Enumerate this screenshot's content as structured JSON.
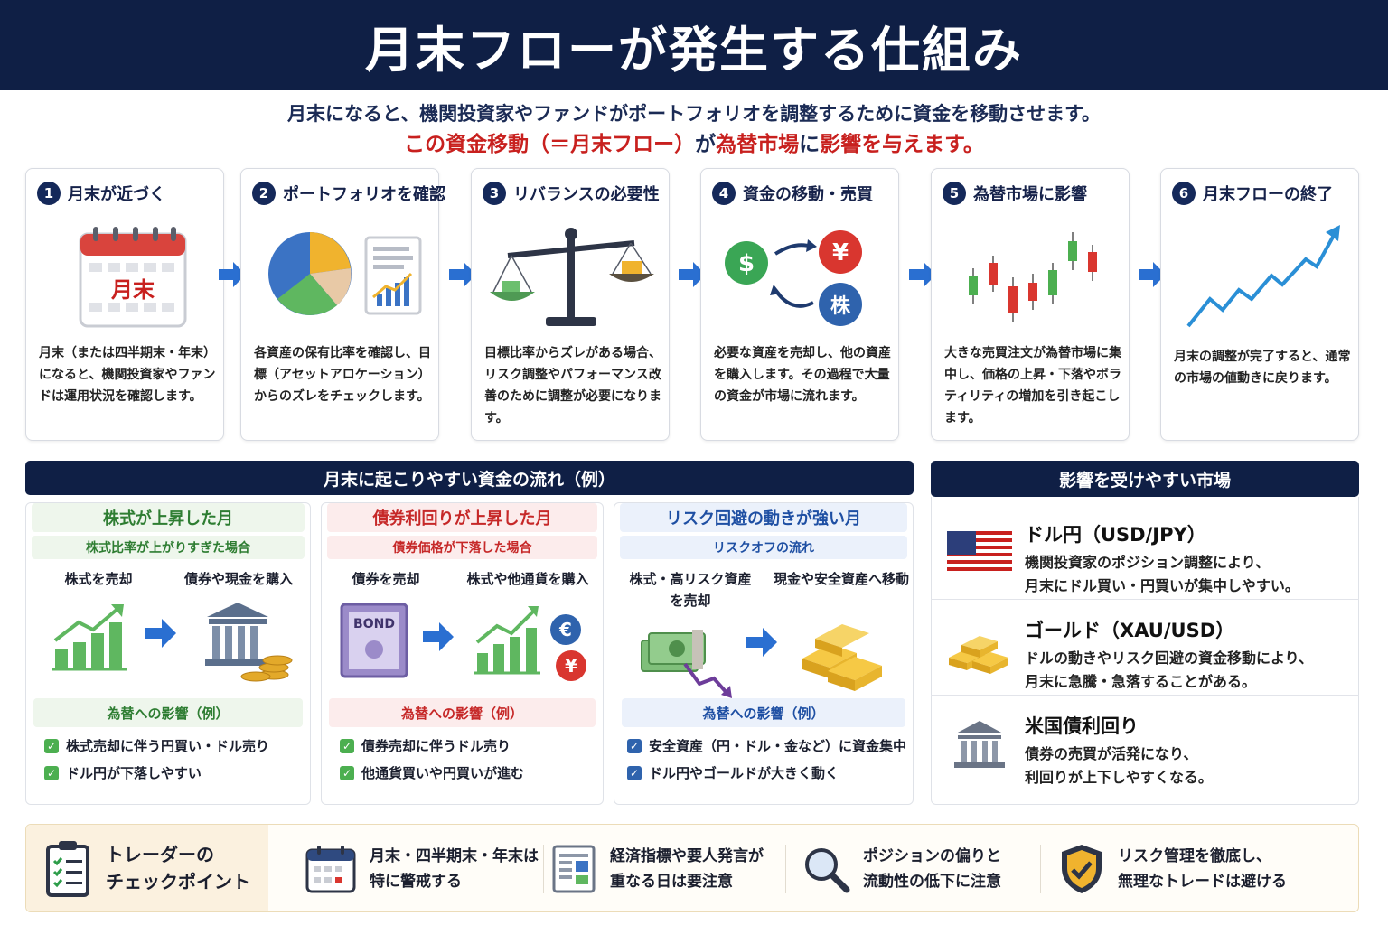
{
  "title": "月末フローが発生する仕組み",
  "intro": {
    "line1": "月末になると、機関投資家やファンドがポートフォリオを調整するために資金を移動させます。",
    "line2_a": "この資金移動（＝月末フロー）",
    "line2_b": "が",
    "line2_c": "為替市場",
    "line2_d": "に",
    "line2_e": "影響を与えます。"
  },
  "steps": [
    {
      "num": "1",
      "title": "月末が近づく",
      "text": "月末（または四半期末・年末）になると、機関投資家やファンドは運用状況を確認します。",
      "icon": "calendar-icon",
      "icon_label": "月末"
    },
    {
      "num": "2",
      "title": "ポートフォリオを確認",
      "text": "各資産の保有比率を確認し、目標（アセットアロケーション）からのズレをチェックします。",
      "icon": "pie-chart-icon"
    },
    {
      "num": "3",
      "title": "リバランスの必要性",
      "text": "目標比率からズレがある場合、リスク調整やパフォーマンス改善のために調整が必要になります。",
      "icon": "balance-scale-icon"
    },
    {
      "num": "4",
      "title": "資金の移動・売買",
      "text": "必要な資産を売却し、他の資産を購入します。その過程で大量の資金が市場に流れます。",
      "icon": "money-exchange-icon",
      "sym1": "$",
      "sym2": "¥",
      "sym3": "株"
    },
    {
      "num": "5",
      "title": "為替市場に影響",
      "text": "大きな売買注文が為替市場に集中し、価格の上昇・下落やボラティリティの増加を引き起こします。",
      "icon": "candlestick-icon"
    },
    {
      "num": "6",
      "title": "月末フローの終了",
      "text": "月末の調整が完了すると、通常の市場の値動きに戻ります。",
      "icon": "trend-up-icon"
    }
  ],
  "flow_section": {
    "title": "月末に起こりやすい資金の流れ（例）"
  },
  "columns": [
    {
      "title": "株式が上昇した月",
      "subtitle": "株式比率が上がりすぎた場合",
      "action_left": "株式を売却",
      "action_right": "債券や現金を購入",
      "effect_title": "為替への影響（例）",
      "checks": [
        "株式売却に伴う円買い・ドル売り",
        "ドル円が下落しやすい"
      ],
      "accent": "#2e7d32"
    },
    {
      "title": "債券利回りが上昇した月",
      "subtitle": "債券価格が下落した場合",
      "action_left": "債券を売却",
      "action_right": "株式や他通貨を購入",
      "bond_label": "BOND",
      "euro": "€",
      "yen": "¥",
      "effect_title": "為替への影響（例）",
      "checks": [
        "債券売却に伴うドル売り",
        "他通貨買いや円買いが進む"
      ],
      "accent": "#c62828"
    },
    {
      "title": "リスク回避の動きが強い月",
      "subtitle": "リスクオフの流れ",
      "action_left": "株式・高リスク資産を売却",
      "action_right": "現金や安全資産へ移動",
      "effect_title": "為替への影響（例）",
      "checks": [
        "安全資産（円・ドル・金など）に資金集中",
        "ドル円やゴールドが大きく動く"
      ],
      "accent": "#1e4fa3"
    }
  ],
  "markets_section": {
    "title": "影響を受けやすい市場"
  },
  "markets": [
    {
      "name": "ドル円（USD/JPY）",
      "desc1": "機関投資家のポジション調整により、",
      "desc2": "月末にドル買い・円買いが集中しやすい。",
      "icon": "us-flag-icon"
    },
    {
      "name": "ゴールド（XAU/USD）",
      "desc1": "ドルの動きやリスク回避の資金移動により、",
      "desc2": "月末に急騰・急落することがある。",
      "icon": "gold-bars-icon"
    },
    {
      "name": "米国債利回り",
      "desc1": "債券の売買が活発になり、",
      "desc2": "利回りが上下しやすくなる。",
      "icon": "treasury-building-icon"
    }
  ],
  "footer": {
    "lead1": "トレーダーの",
    "lead2": "チェックポイント",
    "items": [
      {
        "l1": "月末・四半期末・年末は",
        "l2": "特に警戒する",
        "icon": "calendar-icon"
      },
      {
        "l1": "経済指標や要人発言が",
        "l2": "重なる日は要注意",
        "icon": "document-icon"
      },
      {
        "l1": "ポジションの偏りと",
        "l2": "流動性の低下に注意",
        "icon": "magnifier-icon"
      },
      {
        "l1": "リスク管理を徹底し、",
        "l2": "無理なトレードは避ける",
        "icon": "shield-check-icon"
      }
    ]
  },
  "colors": {
    "navy": "#0f1f45",
    "red": "#c8201e",
    "green": "#2e7d32",
    "blue": "#1e4fa3",
    "arrow": "#2a6fd1"
  }
}
